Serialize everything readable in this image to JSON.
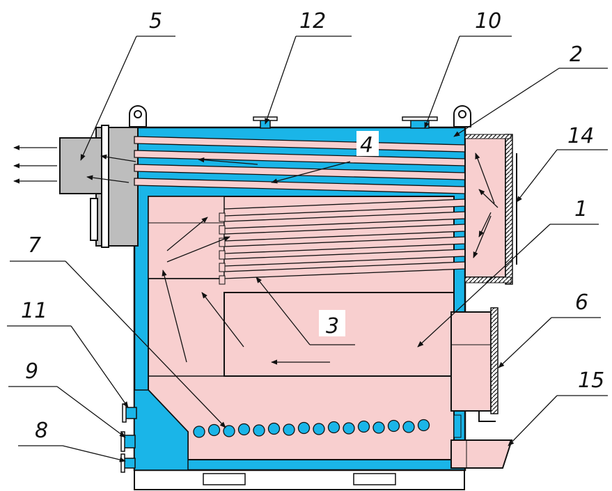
{
  "labels": {
    "n1": "1",
    "n2": "2",
    "n3": "3",
    "n4": "4",
    "n5": "5",
    "n6": "6",
    "n7": "7",
    "n8": "8",
    "n9": "9",
    "n10": "10",
    "n11": "11",
    "n12": "12",
    "n14": "14",
    "n15": "15"
  },
  "colors": {
    "water": "#1ab5e8",
    "gas": "#f8cfcf",
    "metal": "#bdbdbd",
    "line": "#111111"
  }
}
